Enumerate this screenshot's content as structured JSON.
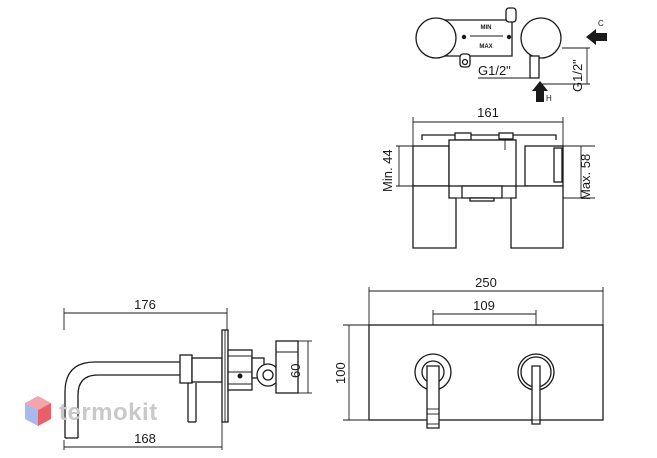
{
  "top_view": {
    "labels": {
      "min": "MIN",
      "max": "MAX"
    },
    "ports": {
      "cold": "C",
      "hot": "H"
    },
    "thread_horizontal": "G1/2\"",
    "thread_vertical": "G1/2\""
  },
  "middle_view": {
    "width": "161",
    "min_depth": "Min. 44",
    "max_depth": "Max. 58"
  },
  "side_view": {
    "total_projection": "176",
    "spout_projection": "168",
    "height": "60"
  },
  "front_view": {
    "plate_width": "250",
    "handle_spacing": "109",
    "plate_height": "100"
  },
  "watermark": {
    "text": "termokit",
    "colors": {
      "top": "#f3a5ab",
      "left": "#a8b9ec",
      "right": "#e96069"
    }
  }
}
